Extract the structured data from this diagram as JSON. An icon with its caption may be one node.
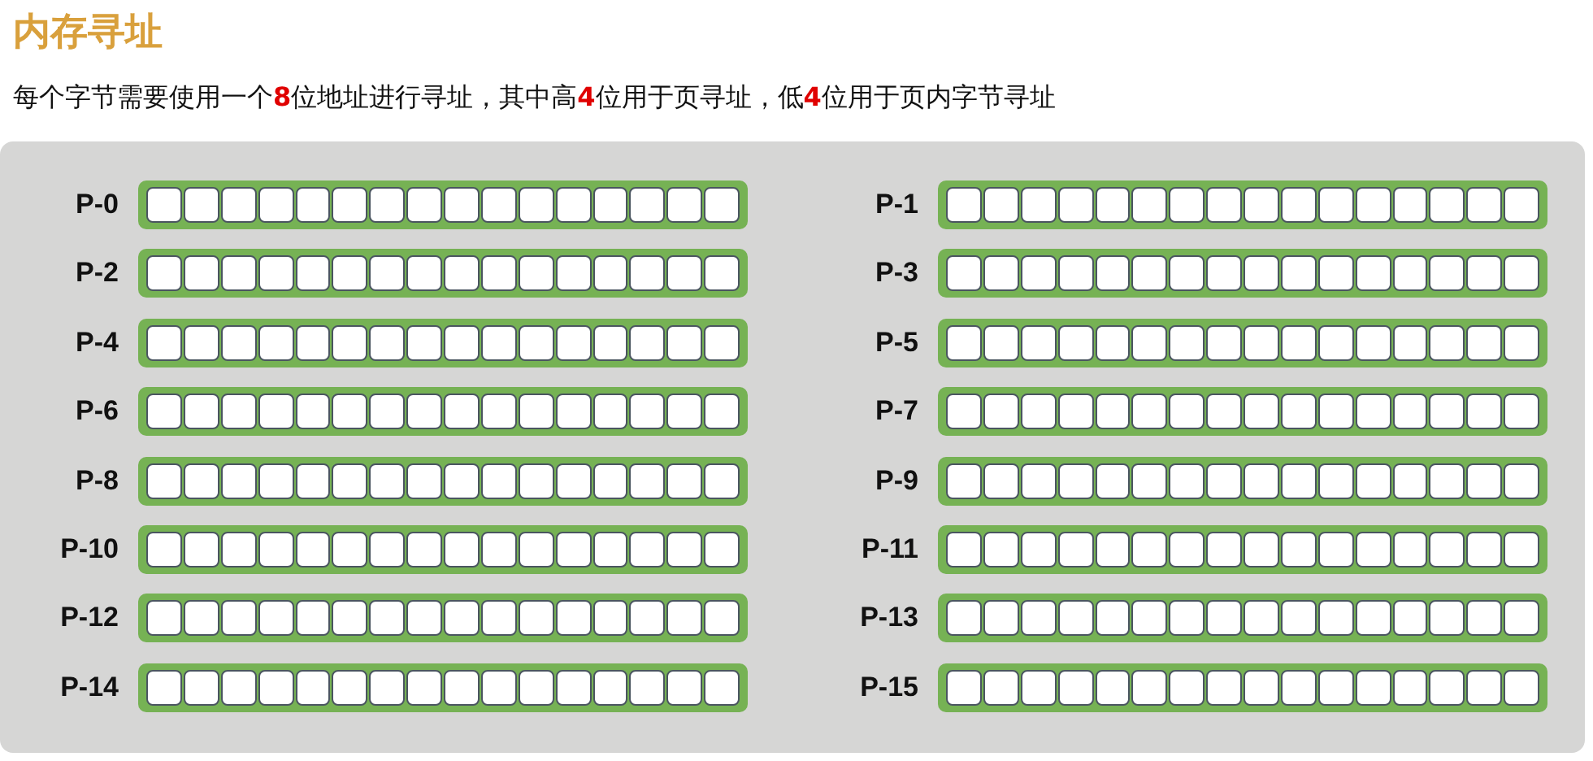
{
  "diagram": {
    "title": "内存寻址",
    "nodes": [
      {
        "text": [],
        "shape": "box"
      },
      {
        "text": [],
        "shape": "bar",
        "in": 0,
        "beside": [
          "P-0"
        ]
      },
      {
        "text": [],
        "shape": "bar",
        "in": 0,
        "beside": [
          "P-1"
        ]
      },
      {
        "text": [],
        "shape": "bar",
        "in": 0,
        "beside": [
          "P-2"
        ]
      },
      {
        "text": [],
        "shape": "bar",
        "in": 0,
        "beside": [
          "P-3"
        ]
      },
      {
        "text": [],
        "shape": "bar",
        "in": 0,
        "beside": [
          "P-4"
        ]
      },
      {
        "text": [],
        "shape": "bar",
        "in": 0,
        "beside": [
          "P-5"
        ]
      },
      {
        "text": [],
        "shape": "bar",
        "in": 0,
        "beside": [
          "P-6"
        ]
      },
      {
        "text": [],
        "shape": "bar",
        "in": 0,
        "beside": [
          "P-7"
        ]
      },
      {
        "text": [],
        "shape": "bar",
        "in": 0,
        "beside": [
          "P-8"
        ]
      },
      {
        "text": [],
        "shape": "bar",
        "in": 0,
        "beside": [
          "P-9"
        ]
      },
      {
        "text": [],
        "shape": "bar",
        "in": 0,
        "beside": [
          "P-10"
        ]
      },
      {
        "text": [],
        "shape": "bar",
        "in": 0,
        "beside": [
          "P-11"
        ]
      },
      {
        "text": [],
        "shape": "bar",
        "in": 0,
        "beside": [
          "P-12"
        ]
      },
      {
        "text": [],
        "shape": "bar",
        "in": 0,
        "beside": [
          "P-13"
        ]
      },
      {
        "text": [],
        "shape": "bar",
        "in": 0,
        "beside": [
          "P-14"
        ]
      },
      {
        "text": [],
        "shape": "bar",
        "in": 0,
        "beside": [
          "P-15"
        ]
      }
    ],
    "labels": [
      "每个字节需要使用一个**8**位地址进行寻址，其中高**4**位用于页寻址，低**4**位用于页内字节寻址"
    ]
  }
}
